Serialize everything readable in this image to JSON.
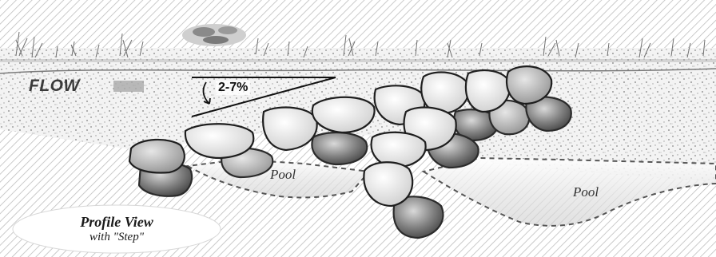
{
  "figure": {
    "flow_label": "FLOW",
    "slope_label": "2-7%",
    "pool_labels": [
      "Pool",
      "Pool"
    ],
    "view_title": "Profile View",
    "view_subtitle": "with \"Step\""
  },
  "colors": {
    "hatch": "#b9b9b9",
    "gravel": "#8c8c8c",
    "rock_outline": "#2b2b2b",
    "pool_dash": "#555555"
  }
}
